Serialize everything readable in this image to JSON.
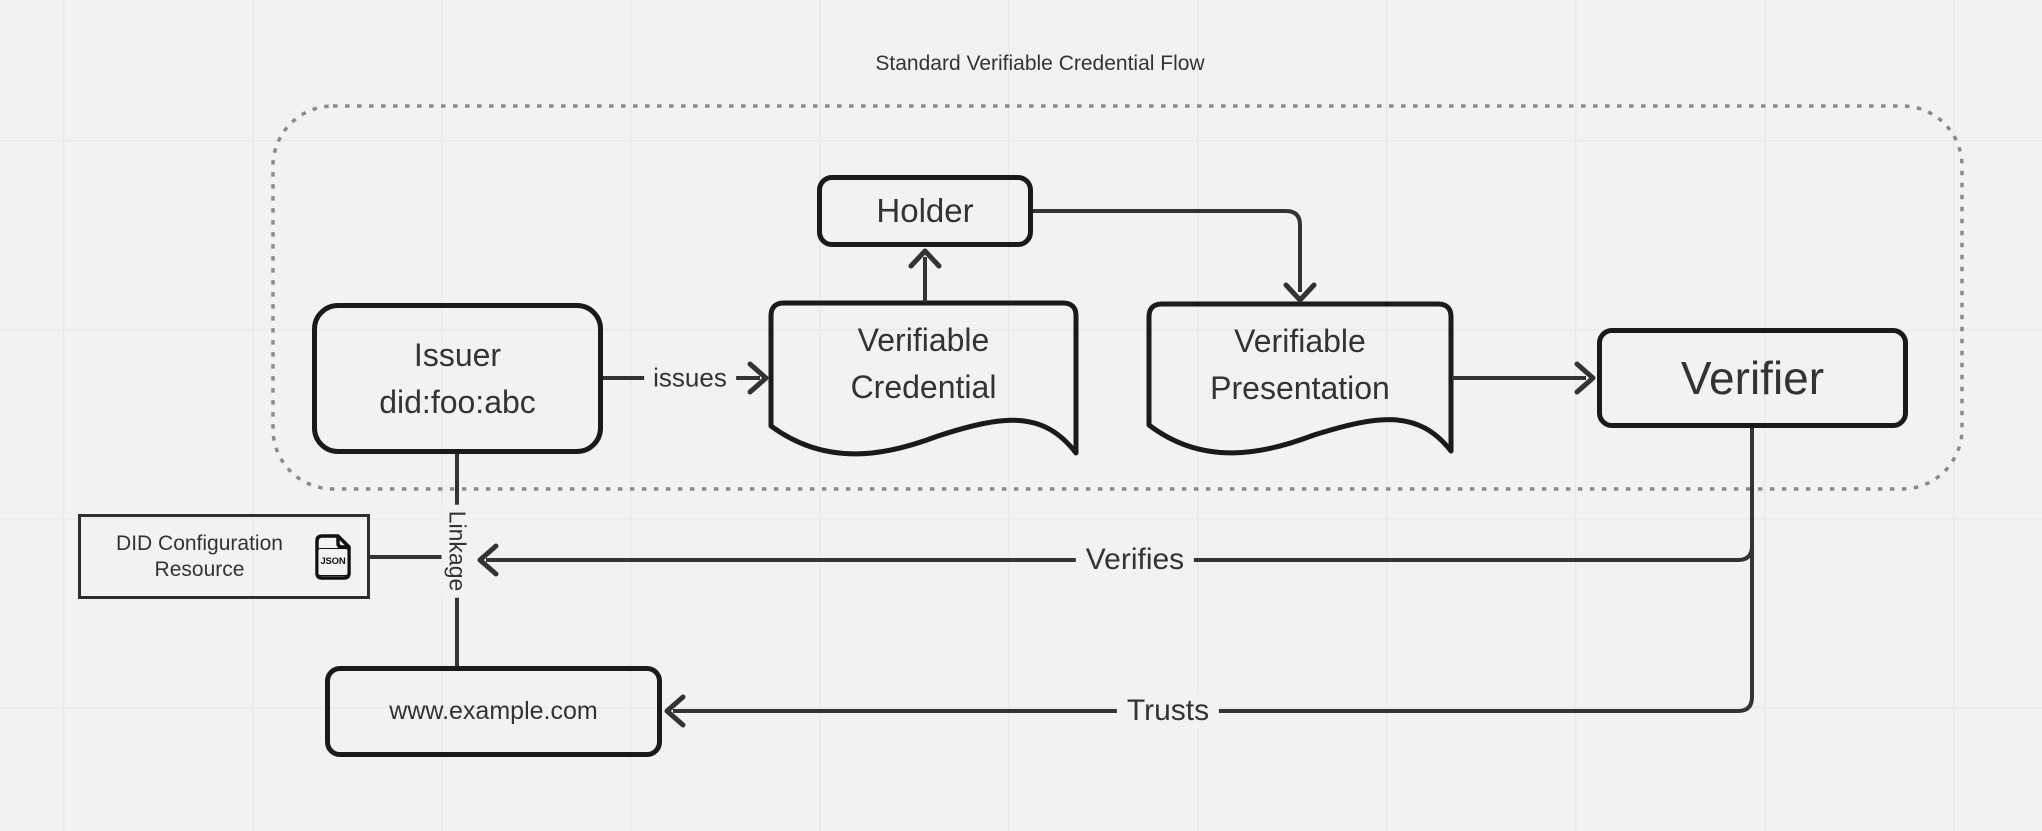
{
  "diagram": {
    "title": "Standard Verifiable Credential Flow",
    "nodes": {
      "issuer": {
        "line1": "Issuer",
        "line2": "did:foo:abc"
      },
      "holder": {
        "label": "Holder"
      },
      "verifiable_credential": {
        "line1": "Verifiable",
        "line2": "Credential"
      },
      "verifiable_presentation": {
        "line1": "Verifiable",
        "line2": "Presentation"
      },
      "verifier": {
        "label": "Verifier"
      },
      "did_configuration_resource": {
        "line1": "DID Configuration",
        "line2": "Resource",
        "file_type": "JSON"
      },
      "website": {
        "label": "www.example.com"
      }
    },
    "edge_labels": {
      "issues": "issues",
      "linkage": "Linkage",
      "verifies": "Verifies",
      "trusts": "Trusts"
    },
    "edges": [
      {
        "from": "Issuer did:foo:abc",
        "to": "Verifiable Credential",
        "label": "issues",
        "arrow": true
      },
      {
        "from": "Verifiable Credential",
        "to": "Holder",
        "label": "",
        "arrow": true
      },
      {
        "from": "Holder",
        "to": "Verifiable Presentation",
        "label": "",
        "arrow": true
      },
      {
        "from": "Verifiable Presentation",
        "to": "Verifier",
        "label": "",
        "arrow": true
      },
      {
        "from": "Issuer did:foo:abc",
        "to": "www.example.com",
        "label": "Linkage",
        "arrow": false
      },
      {
        "from": "DID Configuration Resource",
        "to": "Linkage line",
        "label": "",
        "arrow": false
      },
      {
        "from": "Verifier",
        "to": "Linkage line",
        "label": "Verifies",
        "arrow": true
      },
      {
        "from": "Verifier",
        "to": "www.example.com",
        "label": "Trusts",
        "arrow": true
      }
    ],
    "colors": {
      "background": "#f2f2f2",
      "grid_line": "#e9e9e9",
      "node_border": "#1a1a1a",
      "edge": "#333333",
      "text": "#333333",
      "dotted_boundary": "#8a8a8a"
    }
  }
}
